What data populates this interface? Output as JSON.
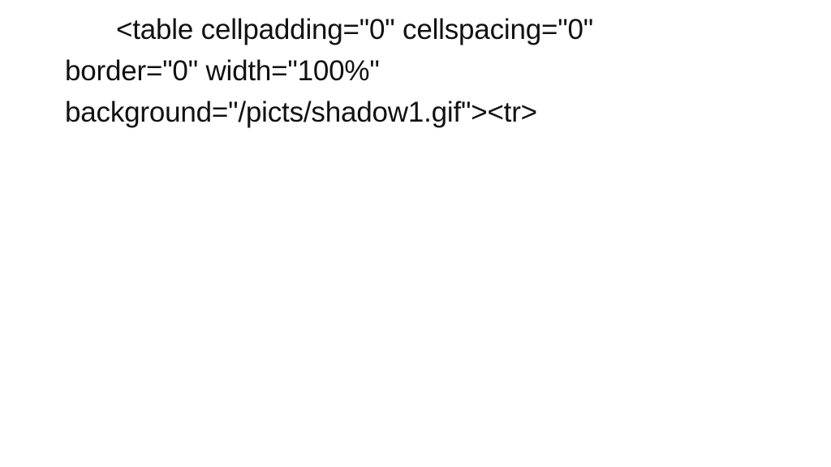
{
  "slide": {
    "lines": [
      "<table cellpadding=\"0\" cellspacing=\"0\"",
      "border=\"0\" width=\"100%\"",
      "background=\"/picts/shadow1.gif\"><tr>"
    ]
  }
}
